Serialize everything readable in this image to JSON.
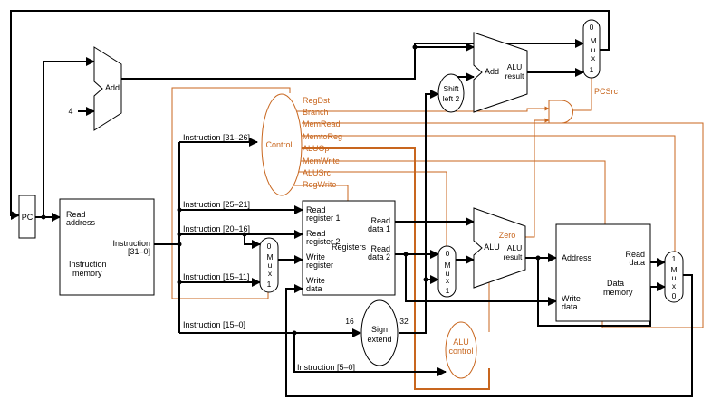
{
  "colors": {
    "control": "#c8661e",
    "datapath": "#000000",
    "background": "#ffffff"
  },
  "pc": {
    "label": "PC"
  },
  "adder_pc4": {
    "label": "Add",
    "constant": "4"
  },
  "adder_branch": {
    "label": "Add",
    "result_line1": "ALU",
    "result_line2": "result"
  },
  "shift": {
    "line1": "Shift",
    "line2": "left 2"
  },
  "control": {
    "label": "Control"
  },
  "control_signals": [
    "RegDst",
    "Branch",
    "MemRead",
    "MemtoReg",
    "ALUOp",
    "MemWrite",
    "ALUSrc",
    "RegWrite"
  ],
  "instr_mem": {
    "read_line1": "Read",
    "read_line2": "address",
    "out_line1": "Instruction",
    "out_line2": "[31–0]",
    "name_line1": "Instruction",
    "name_line2": "memory"
  },
  "fields": {
    "f31_26": "Instruction [31–26]",
    "f25_21": "Instruction [25–21]",
    "f20_16": "Instruction [20–16]",
    "f15_11": "Instruction [15–11]",
    "f15_0": "Instruction [15–0]",
    "f5_0": "Instruction [5–0]"
  },
  "registers": {
    "rr1_a": "Read",
    "rr1_b": "register 1",
    "rr2_a": "Read",
    "rr2_b": "register 2",
    "wr_a": "Write",
    "wr_b": "register",
    "wd_a": "Write",
    "wd_b": "data",
    "rd1_a": "Read",
    "rd1_b": "data 1",
    "rd2_a": "Read",
    "rd2_b": "data 2",
    "name": "Registers"
  },
  "mux_regdst": {
    "top": "0",
    "m": "M",
    "u": "u",
    "x": "x",
    "bottom": "1"
  },
  "mux_alusrc": {
    "top": "0",
    "m": "M",
    "u": "u",
    "x": "x",
    "bottom": "1"
  },
  "mux_pcsrc": {
    "top": "0",
    "m": "M",
    "u": "u",
    "x": "x",
    "bottom": "1"
  },
  "mux_memtoreg": {
    "top": "1",
    "m": "M",
    "u": "u",
    "x": "x",
    "bottom": "0"
  },
  "pcsrc": {
    "label": "PCSrc"
  },
  "alu": {
    "label": "ALU",
    "result_line1": "ALU",
    "result_line2": "result",
    "zero": "Zero"
  },
  "sign_extend": {
    "line1": "Sign",
    "line2": "extend",
    "in_width": "16",
    "out_width": "32"
  },
  "alu_control": {
    "line1": "ALU",
    "line2": "control"
  },
  "data_mem": {
    "address": "Address",
    "read_line1": "Read",
    "read_line2": "data",
    "wd_line1": "Write",
    "wd_line2": "data",
    "name_line1": "Data",
    "name_line2": "memory"
  }
}
